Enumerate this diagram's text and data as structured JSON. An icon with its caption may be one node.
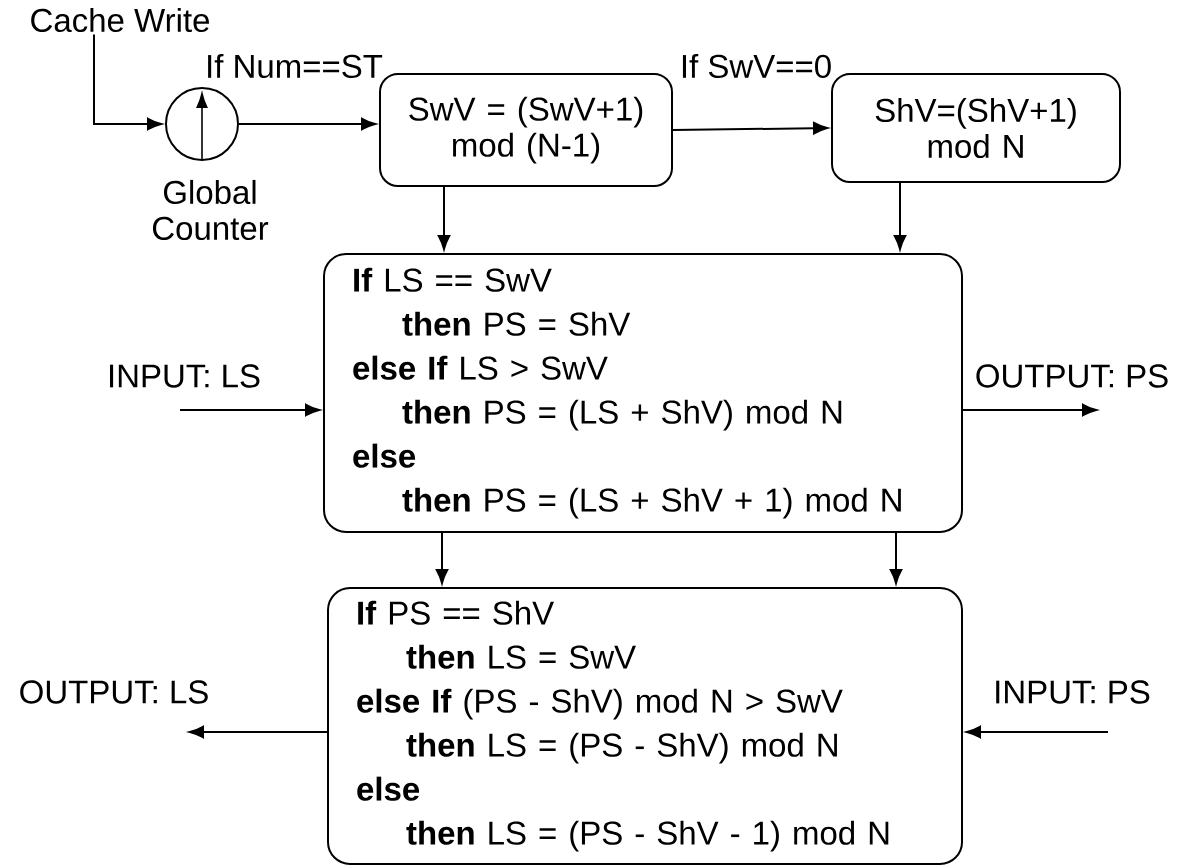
{
  "diagram": {
    "nodes": [
      {
        "text": [
          "Cache Write"
        ]
      },
      {
        "text": [],
        "shape": "circle",
        "beside": [
          "Global Counter"
        ]
      },
      {
        "text": [
          "SwV = (SwV+1) mod (N-1)"
        ]
      },
      {
        "text": [
          "ShV=(ShV+1) mod N"
        ]
      },
      {
        "text": [
          "**If** LS == SwV",
          "**then** PS = ShV",
          "**else If** LS > SwV",
          "**then** PS = (LS + ShV) mod N",
          "**else**",
          "**then** PS = (LS + ShV + 1) mod N"
        ]
      },
      {
        "text": [
          "**If** PS == ShV",
          "**then** LS = SwV",
          "**else If** (PS - ShV) mod N > SwV",
          "**then** LS = (PS - ShV) mod N",
          "**else**",
          "**then** LS = (PS - ShV - 1) mod N"
        ]
      }
    ],
    "edges": [
      {
        "from": 0,
        "to": 1,
        "arrow": "to"
      },
      {
        "from": 1,
        "to": 2,
        "arrow": "to",
        "label": "If Num==ST"
      },
      {
        "from": 2,
        "to": 3,
        "arrow": "to",
        "label": "If SwV==0"
      },
      {
        "from": 2,
        "to": 4,
        "arrow": "to"
      },
      {
        "from": 3,
        "to": 4,
        "arrow": "to"
      },
      {
        "from": null,
        "to": 4,
        "arrow": "to",
        "label": "INPUT: LS"
      },
      {
        "from": 4,
        "to": null,
        "arrow": "to",
        "label": "OUTPUT: PS"
      },
      {
        "from": 4,
        "to": 5,
        "arrow": "to"
      },
      {
        "from": 4,
        "to": 5,
        "arrow": "to"
      },
      {
        "from": 5,
        "to": null,
        "arrow": "to",
        "label": "OUTPUT: LS"
      },
      {
        "from": null,
        "to": 5,
        "arrow": "to",
        "label": "INPUT: PS"
      }
    ]
  }
}
